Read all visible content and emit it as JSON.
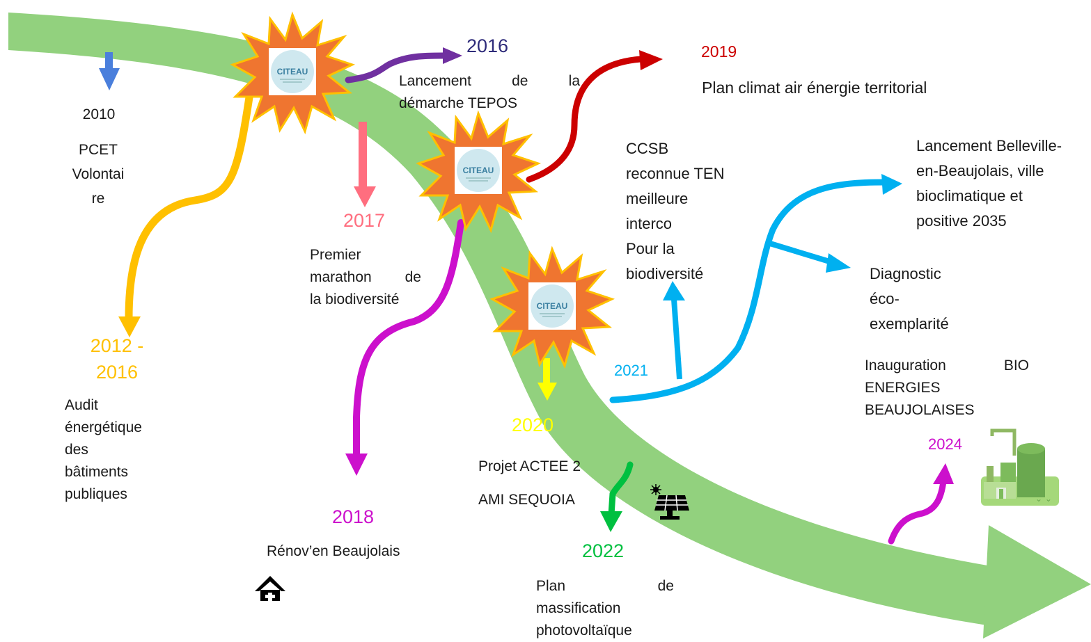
{
  "colors": {
    "band": "#92d17e",
    "star_fill": "#ef7530",
    "star_stroke": "#ffc000",
    "c2010": "#4a7fdc",
    "c2012": "#ffc000",
    "c2016": "#7030a0",
    "c2017": "#ff6e7f",
    "c2018": "#cc10cc",
    "c2019": "#cc0000",
    "c2020": "#ffff00",
    "c2021": "#00b0f0",
    "c2022": "#00c040",
    "c2024": "#cc10cc",
    "text": "#1a1a1a",
    "year_2016": "#2e2b7a"
  },
  "logo_text": "CITEAU",
  "events": {
    "e2010": {
      "year": "2010",
      "lines": [
        "PCET",
        "Volontai",
        "re"
      ]
    },
    "e2012": {
      "year_lines": [
        "2012 -",
        "2016"
      ],
      "lines": [
        "Audit",
        "énergétique",
        "des",
        "bâtiments",
        "publiques"
      ]
    },
    "e2016": {
      "year": "2016",
      "lines": [
        "Lancement de la",
        "démarche TEPOS"
      ]
    },
    "e2017": {
      "year": "2017",
      "lines": [
        "Premier",
        "marathon de",
        "la biodiversité"
      ]
    },
    "e2018": {
      "year": "2018",
      "text": "Rénov’en Beaujolais"
    },
    "e2019": {
      "year": "2019",
      "text": "Plan climat air énergie territorial"
    },
    "e2020": {
      "year": "2020",
      "lines": [
        "Projet ACTEE 2",
        "AMI SEQUOIA"
      ]
    },
    "e2021": {
      "year": "2021"
    },
    "ccsb": {
      "lines": [
        "CCSB",
        "reconnue TEN",
        "meilleure",
        "interco",
        "Pour la",
        "biodiversité"
      ]
    },
    "belleville": {
      "lines": [
        "Lancement Belleville-",
        "en-Beaujolais, ville",
        "bioclimatique et",
        "positive 2035"
      ]
    },
    "diagnostic": {
      "lines": [
        "Diagnostic",
        "éco-",
        "exemplarité"
      ]
    },
    "e2022": {
      "year": "2022",
      "lines": [
        "Plan de",
        "massification",
        "photovoltaïque"
      ]
    },
    "e2024": {
      "year": "2024",
      "lines": [
        "Inauguration BIO",
        "ENERGIES",
        "BEAUJOLAISES"
      ]
    }
  },
  "icons": [
    "house-icon",
    "solar-panel-icon",
    "biogas-plant-icon",
    "citeau-logo-icon"
  ]
}
